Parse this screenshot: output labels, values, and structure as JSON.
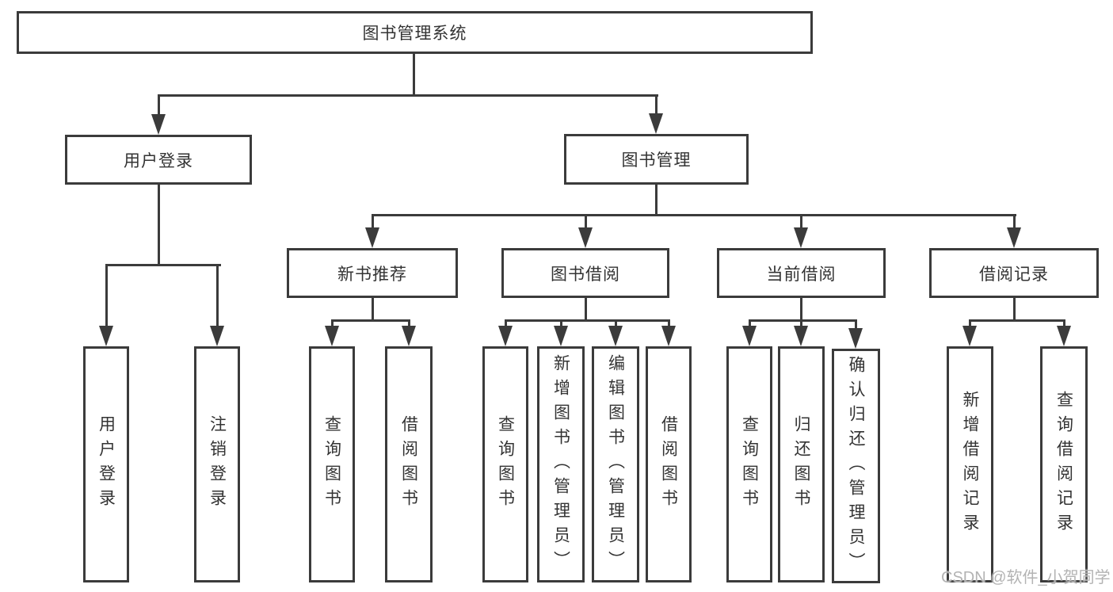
{
  "diagram": {
    "type": "hierarchy-tree",
    "nodes": {
      "root": {
        "label": "图书管理系统"
      },
      "user_login": {
        "label": "用户登录"
      },
      "book_management": {
        "label": "图书管理"
      },
      "new_book_recommend": {
        "label": "新书推荐"
      },
      "book_borrowing": {
        "label": "图书借阅"
      },
      "current_borrowing": {
        "label": "当前借阅"
      },
      "borrowing_records": {
        "label": "借阅记录"
      },
      "leaf_user_login": {
        "label": "用户登录"
      },
      "leaf_logout": {
        "label": "注销登录"
      },
      "leaf_query_books_rec": {
        "label": "查询图书"
      },
      "leaf_borrow_books_rec": {
        "label": "借阅图书"
      },
      "leaf_query_books_bor": {
        "label": "查询图书"
      },
      "leaf_add_books_admin": {
        "label": "新增图书（管理员）"
      },
      "leaf_edit_books_admin": {
        "label": "编辑图书（管理员）"
      },
      "leaf_borrow_books_bor": {
        "label": "借阅图书"
      },
      "leaf_query_books_cur": {
        "label": "查询图书"
      },
      "leaf_return_books": {
        "label": "归还图书"
      },
      "leaf_confirm_return_admin": {
        "label": "确认归还（管理员）"
      },
      "leaf_add_borrow_record": {
        "label": "新增借阅记录"
      },
      "leaf_query_borrow_record": {
        "label": "查询借阅记录"
      }
    },
    "edges": [
      {
        "from": "root",
        "to": "user_login"
      },
      {
        "from": "root",
        "to": "book_management"
      },
      {
        "from": "user_login",
        "to": "leaf_user_login"
      },
      {
        "from": "user_login",
        "to": "leaf_logout"
      },
      {
        "from": "book_management",
        "to": "new_book_recommend"
      },
      {
        "from": "book_management",
        "to": "book_borrowing"
      },
      {
        "from": "book_management",
        "to": "current_borrowing"
      },
      {
        "from": "book_management",
        "to": "borrowing_records"
      },
      {
        "from": "new_book_recommend",
        "to": "leaf_query_books_rec"
      },
      {
        "from": "new_book_recommend",
        "to": "leaf_borrow_books_rec"
      },
      {
        "from": "book_borrowing",
        "to": "leaf_query_books_bor"
      },
      {
        "from": "book_borrowing",
        "to": "leaf_add_books_admin"
      },
      {
        "from": "book_borrowing",
        "to": "leaf_edit_books_admin"
      },
      {
        "from": "book_borrowing",
        "to": "leaf_borrow_books_bor"
      },
      {
        "from": "current_borrowing",
        "to": "leaf_query_books_cur"
      },
      {
        "from": "current_borrowing",
        "to": "leaf_return_books"
      },
      {
        "from": "current_borrowing",
        "to": "leaf_confirm_return_admin"
      },
      {
        "from": "borrowing_records",
        "to": "leaf_add_borrow_record"
      },
      {
        "from": "borrowing_records",
        "to": "leaf_query_borrow_record"
      }
    ]
  },
  "watermark": "CSDN @软件_小贺同学",
  "colors": {
    "line": "#3b3b3b",
    "text": "#333333",
    "background": "#ffffff",
    "watermark": "#b3b3b3"
  }
}
